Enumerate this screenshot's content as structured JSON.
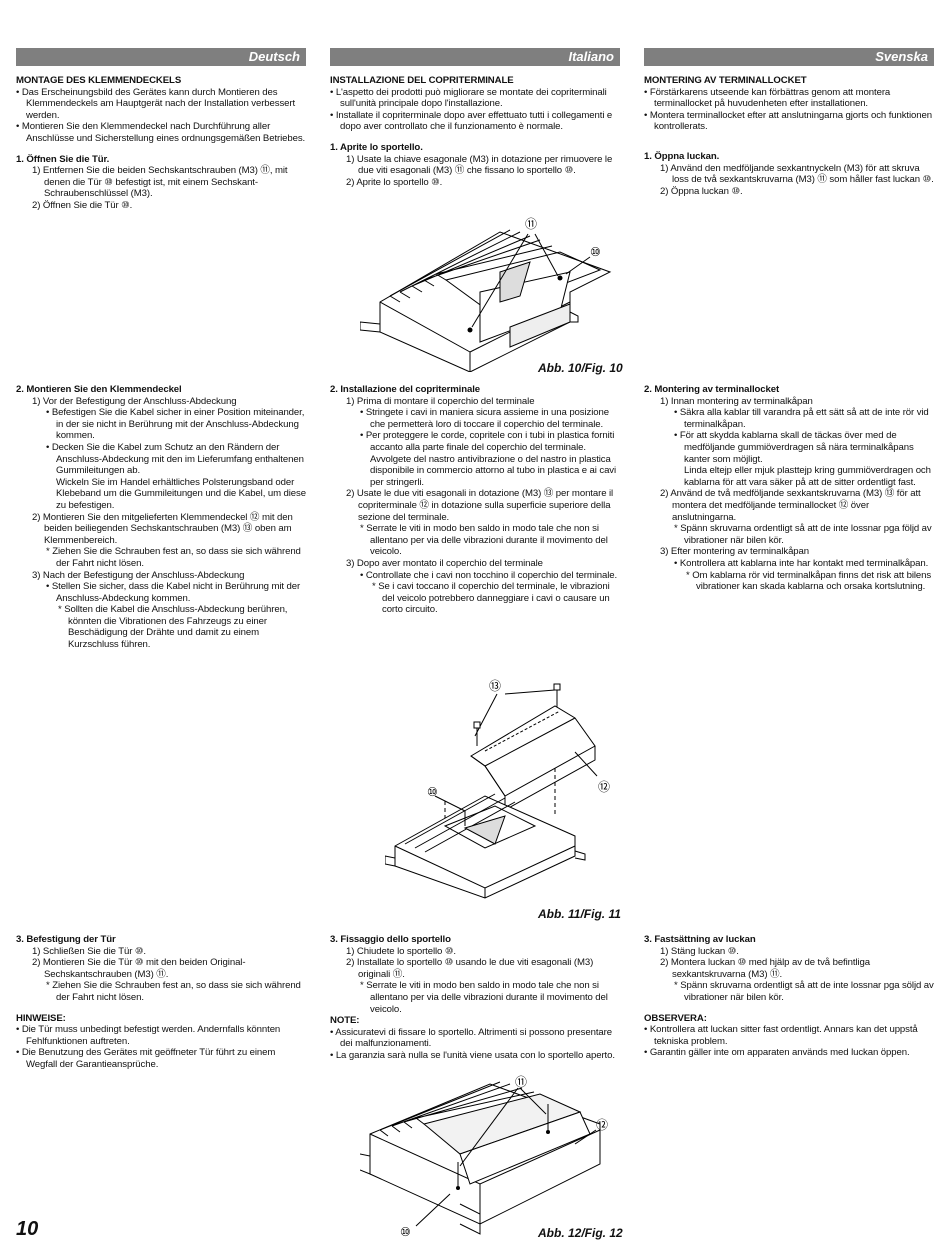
{
  "page_number": "10",
  "de": {
    "lang": "Deutsch",
    "s0_title": "MONTAGE DES KLEMMENDECKELS",
    "s0_b1": "• Das Erscheinungsbild des Gerätes kann durch Montieren des Klemmendeckels am Hauptgerät nach der Installation verbessert werden.",
    "s0_b2": "• Montieren Sie den Klemmendeckel nach Durchführung aller Anschlüsse und Sicherstellung eines ordnungsgemäßen Betriebes.",
    "s1_title": "1. Öffnen Sie die Tür.",
    "s1_1": "1) Entfernen Sie die beiden Sechskantschrauben (M3) ⑪, mit denen die Tür ⑩ befestigt ist, mit einem Sechskant-Schraubenschlüssel (M3).",
    "s1_2": "2) Öffnen Sie die Tür ⑩.",
    "s2_title": "2. Montieren Sie den Klemmendeckel",
    "s2_1": "1) Vor der Befestigung der Anschluss-Abdeckung",
    "s2_1a": "• Befestigen Sie die Kabel sicher in einer Position miteinander, in der sie nicht in Berührung mit der Anschluss-Abdeckung kommen.",
    "s2_1b": "• Decken Sie die Kabel zum Schutz an den Rändern der Anschluss-Abdeckung mit den im Lieferumfang enthaltenen Gummileitungen ab.",
    "s2_1b2": "Wickeln Sie im Handel erhältliches Polsterungsband oder Klebeband um die Gummileitungen und die Kabel, um diese zu befestigen.",
    "s2_2": "2) Montieren Sie den mitgelieferten Klemmendeckel ⑫ mit den beiden beiliegenden Sechskantschrauben (M3) ⑬ oben am Klemmenbereich.",
    "s2_2n": "* Ziehen Sie die Schrauben fest an, so dass sie sich während der Fahrt nicht lösen.",
    "s2_3": "3) Nach der Befestigung der Anschluss-Abdeckung",
    "s2_3a": "• Stellen Sie sicher, dass die Kabel nicht in Berührung mit der Anschluss-Abdeckung kommen.",
    "s2_3n": "* Sollten die Kabel die Anschluss-Abdeckung berühren, könnten die Vibrationen des Fahrzeugs zu einer Beschädigung der Drähte und damit zu einem Kurzschluss führen.",
    "s3_title": "3. Befestigung der Tür",
    "s3_1": "1) Schließen Sie die Tür ⑩.",
    "s3_2": "2) Montieren Sie die Tür ⑩ mit den beiden Original-Sechskantschrauben (M3) ⑪.",
    "s3_2n": "* Ziehen Sie die Schrauben fest an, so dass sie sich während der Fahrt nicht lösen.",
    "note_title": "HINWEISE:",
    "note_1": "• Die Tür muss unbedingt befestigt werden. Andernfalls könnten Fehlfunktionen auftreten.",
    "note_2": "• Die Benutzung des Gerätes mit geöffneter Tür führt zu einem Wegfall der Garantieansprüche."
  },
  "it": {
    "lang": "Italiano",
    "s0_title": "INSTALLAZIONE DEL COPRITERMINALE",
    "s0_b1": "• L'aspetto dei prodotti può migliorare se montate dei copriterminali sull'unità principale dopo l'installazione.",
    "s0_b2": "• Installate il copriterminale dopo aver effettuato tutti i collegamenti e dopo aver controllato che il funzionamento è normale.",
    "s1_title": "1. Aprite lo sportello.",
    "s1_1": "1) Usate la chiave esagonale (M3) in dotazione per rimuovere le due viti esagonali (M3) ⑪ che fissano lo sportello ⑩.",
    "s1_2": "2) Aprite lo sportello ⑩.",
    "s2_title": "2. Installazione del copriterminale",
    "s2_1": "1) Prima di montare il coperchio del terminale",
    "s2_1a": "• Stringete i cavi in maniera sicura assieme in una posizione che permetterà loro di toccare il coperchio del terminale.",
    "s2_1b": "• Per proteggere le corde, copritele con i tubi in plastica forniti accanto alla parte finale del coperchio del terminale.",
    "s2_1b2": "Avvolgete del nastro antivibrazione o del nastro in plastica disponibile in commercio attorno al tubo in plastica e ai cavi per stringerli.",
    "s2_2": "2) Usate le due viti esagonali in dotazione (M3) ⑬ per montare il copriterminale ⑫ in dotazione sulla superficie superiore della sezione del terminale.",
    "s2_2n": "* Serrate le viti in modo ben saldo in modo tale che non si allentano per via delle vibrazioni durante il movimento del veicolo.",
    "s2_3": "3) Dopo aver montato il coperchio del terminale",
    "s2_3a": "• Controllate che i cavi non tocchino il coperchio del terminale.",
    "s2_3n": "* Se i cavi toccano il coperchio del terminale, le vibrazioni del veicolo potrebbero danneggiare i cavi o causare un corto circuito.",
    "s3_title": "3. Fissaggio dello sportello",
    "s3_1": "1) Chiudete lo sportello ⑩.",
    "s3_2": "2) Installate lo sportello ⑩ usando le due viti esagonali (M3) originali ⑪.",
    "s3_2n": "* Serrate le viti in modo ben saldo in modo tale che non si allentano per via delle vibrazioni durante il movimento del veicolo.",
    "note_title": "NOTE:",
    "note_1": "• Assicuratevi di fissare lo sportello. Altrimenti si possono presentare dei malfunzionamenti.",
    "note_2": "• La garanzia sarà nulla se l'unità viene usata con lo sportello aperto."
  },
  "sv": {
    "lang": "Svenska",
    "s0_title": "MONTERING AV TERMINALLOCKET",
    "s0_b1": "• Förstärkarens utseende kan förbättras genom att montera terminallocket på huvudenheten efter installationen.",
    "s0_b2": "• Montera terminallocket efter att anslutningarna gjorts och funktionen kontrollerats.",
    "s1_title": "1. Öppna luckan.",
    "s1_1": "1) Använd den medföljande sexkantnyckeln (M3) för att skruva loss de två sexkantskruvarna (M3) ⑪ som håller fast luckan ⑩.",
    "s1_2": "2) Öppna luckan ⑩.",
    "s2_title": "2. Montering av terminallocket",
    "s2_1": "1) Innan montering av terminalkåpan",
    "s2_1a": "• Säkra alla kablar till varandra på ett sätt så att de inte rör vid terminalkåpan.",
    "s2_1b": "• För att skydda kablarna skall de täckas över med de medföljande gummiöverdragen så nära terminalkåpans kanter som möjligt.",
    "s2_1b2": "Linda eltejp eller mjuk plasttejp kring gummiöverdragen och kablarna för att vara säker på att de sitter ordentligt fast.",
    "s2_2": "2) Använd de två medföljande sexkantskruvarna (M3) ⑬ för att montera det medföljande terminallocket ⑫ över anslutningarna.",
    "s2_2n": "* Spänn skruvarna ordentligt så att de inte lossnar pga följd av vibrationer när bilen kör.",
    "s2_3": "3) Efter montering av terminalkåpan",
    "s2_3a": "• Kontrollera att kablarna inte har kontakt med terminalkåpan.",
    "s2_3n": "* Om kablarna rör vid terminalkåpan finns det risk att bilens vibrationer kan skada kablarna och orsaka kortslutning.",
    "s3_title": "3. Fastsättning av luckan",
    "s3_1": "1) Stäng luckan ⑩.",
    "s3_2": "2) Montera luckan ⑩ med hjälp av de två befintliga sexkantskruvarna (M3) ⑪.",
    "s3_2n": "* Spänn skruvarna ordentligt så att de inte lossnar pga sölјd av vibrationer när bilen kör.",
    "note_title": "OBSERVERA:",
    "note_1": "• Kontrollera att luckan sitter fast ordentligt. Annars kan det uppstå tekniska problem.",
    "note_2": "• Garantin gäller inte om apparaten används med luckan öppen."
  },
  "figures": {
    "fig10": {
      "caption": "Abb. 10/Fig. 10",
      "callouts": [
        "⑪",
        "⑩"
      ]
    },
    "fig11": {
      "caption": "Abb. 11/Fig. 11",
      "callouts": [
        "⑬",
        "⑩",
        "⑫"
      ]
    },
    "fig12": {
      "caption": "Abb. 12/Fig. 12",
      "callouts": [
        "⑪",
        "⑫",
        "⑩"
      ]
    }
  }
}
